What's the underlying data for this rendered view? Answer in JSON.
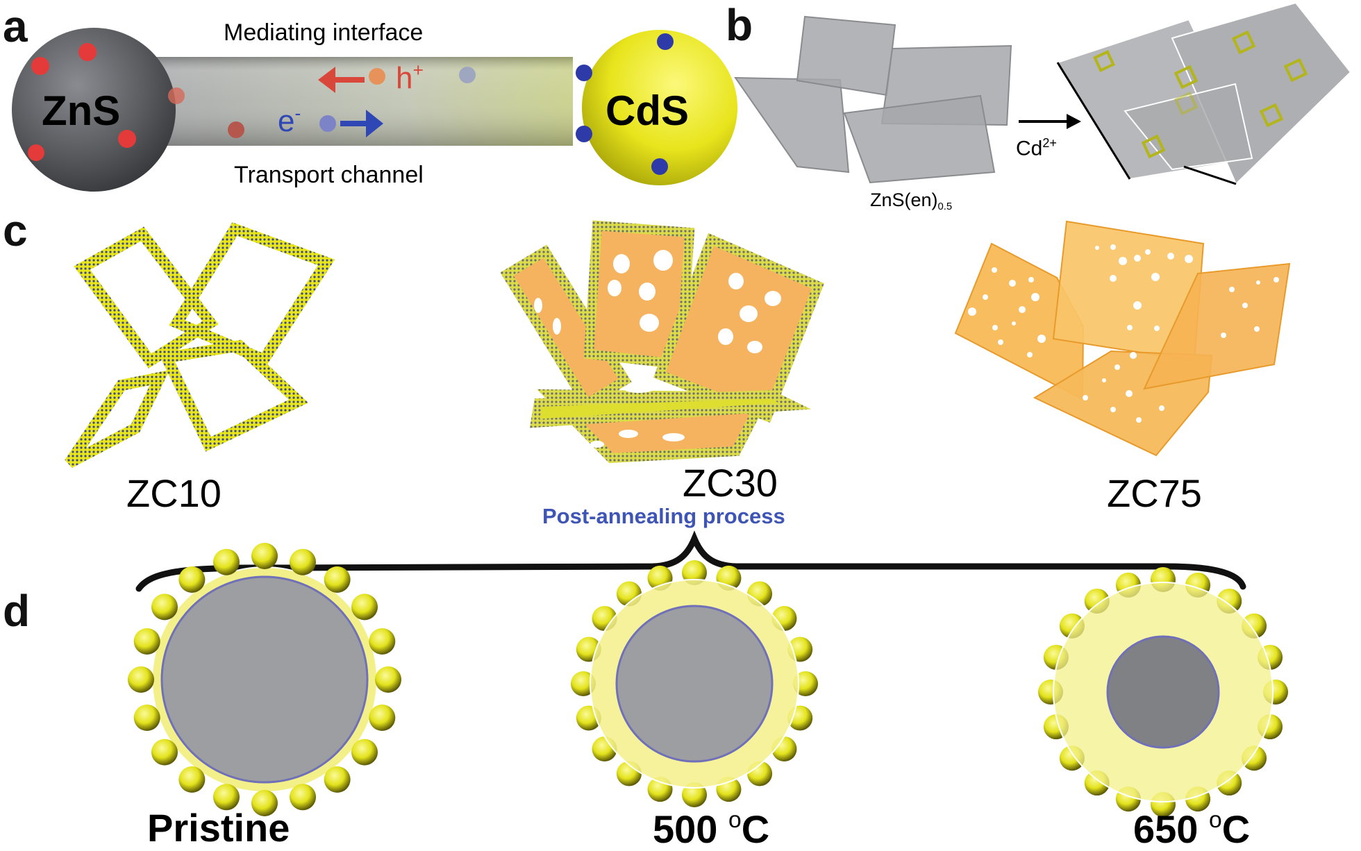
{
  "figure": {
    "panels": {
      "a": {
        "letter": "a",
        "left_particle": "ZnS",
        "right_particle": "CdS",
        "top_label": "Mediating interface",
        "bottom_label": "Transport channel",
        "hole_label": "h",
        "hole_charge": "+",
        "electron_label": "e",
        "electron_charge": "-",
        "colors": {
          "zns_sphere": "#5e5f63",
          "cds_sphere": "#e9e51e",
          "hole_dot": "#e23a3a",
          "electron_dot": "#2d3aa8",
          "hole_arrow": "#d9473a",
          "electron_arrow": "#2f47b5"
        }
      },
      "b": {
        "letter": "b",
        "precursor_label": "ZnS(en)",
        "precursor_subscript": "0.5",
        "reagent_label": "Cd",
        "reagent_charge": "2+"
      },
      "c": {
        "letter": "c",
        "samples": [
          "ZC10",
          "ZC30",
          "ZC75"
        ],
        "process_label": "Post-annealing process",
        "colors": {
          "frame_yellow": "#e8e61a",
          "sheet_orange": "#f8b45a",
          "process_text": "#3f55b5"
        }
      },
      "d": {
        "letter": "d",
        "states": [
          {
            "label": "Pristine",
            "unit": ""
          },
          {
            "label": "500 ",
            "unit": "oC"
          },
          {
            "label": "650 ",
            "unit": "oC"
          }
        ],
        "colors": {
          "core": "#9c9ea2",
          "core_dark": "#808185",
          "shell": "#f3f08a",
          "bead": "#e3e21c"
        }
      }
    }
  }
}
